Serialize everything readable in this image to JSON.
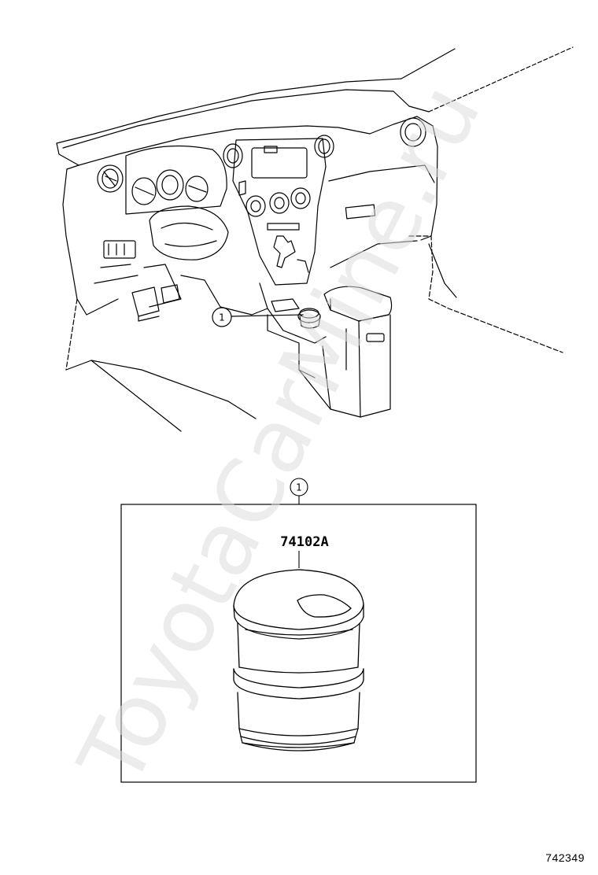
{
  "watermark": "ToyotaCarMine.ru",
  "callouts": {
    "overview_ref": "1",
    "detail_ref": "1"
  },
  "detail_box": {
    "part_number": "74102A",
    "part_icon": "ashtray-icon"
  },
  "diagram_id": "742349"
}
